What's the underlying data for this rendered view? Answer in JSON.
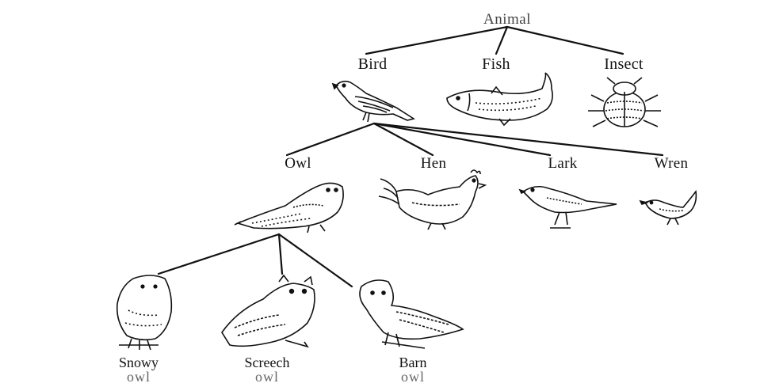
{
  "tree": {
    "root": {
      "label": "Animal"
    },
    "classes": [
      {
        "label": "Bird",
        "icon": "bird-icon"
      },
      {
        "label": "Fish",
        "icon": "fish-icon"
      },
      {
        "label": "Insect",
        "icon": "insect-icon"
      }
    ],
    "birds": [
      {
        "label": "Owl",
        "icon": "owl-icon"
      },
      {
        "label": "Hen",
        "icon": "hen-icon"
      },
      {
        "label": "Lark",
        "icon": "lark-icon"
      },
      {
        "label": "Wren",
        "icon": "wren-icon"
      }
    ],
    "owls": [
      {
        "label": "Snowy",
        "sub": "owl",
        "icon": "snowy-owl-icon"
      },
      {
        "label": "Screech",
        "sub": "owl",
        "icon": "screech-owl-icon"
      },
      {
        "label": "Barn",
        "sub": "owl",
        "icon": "barn-owl-icon"
      }
    ]
  },
  "colors": {
    "ink": "#111111",
    "faint": "#666666",
    "background": "#ffffff"
  }
}
